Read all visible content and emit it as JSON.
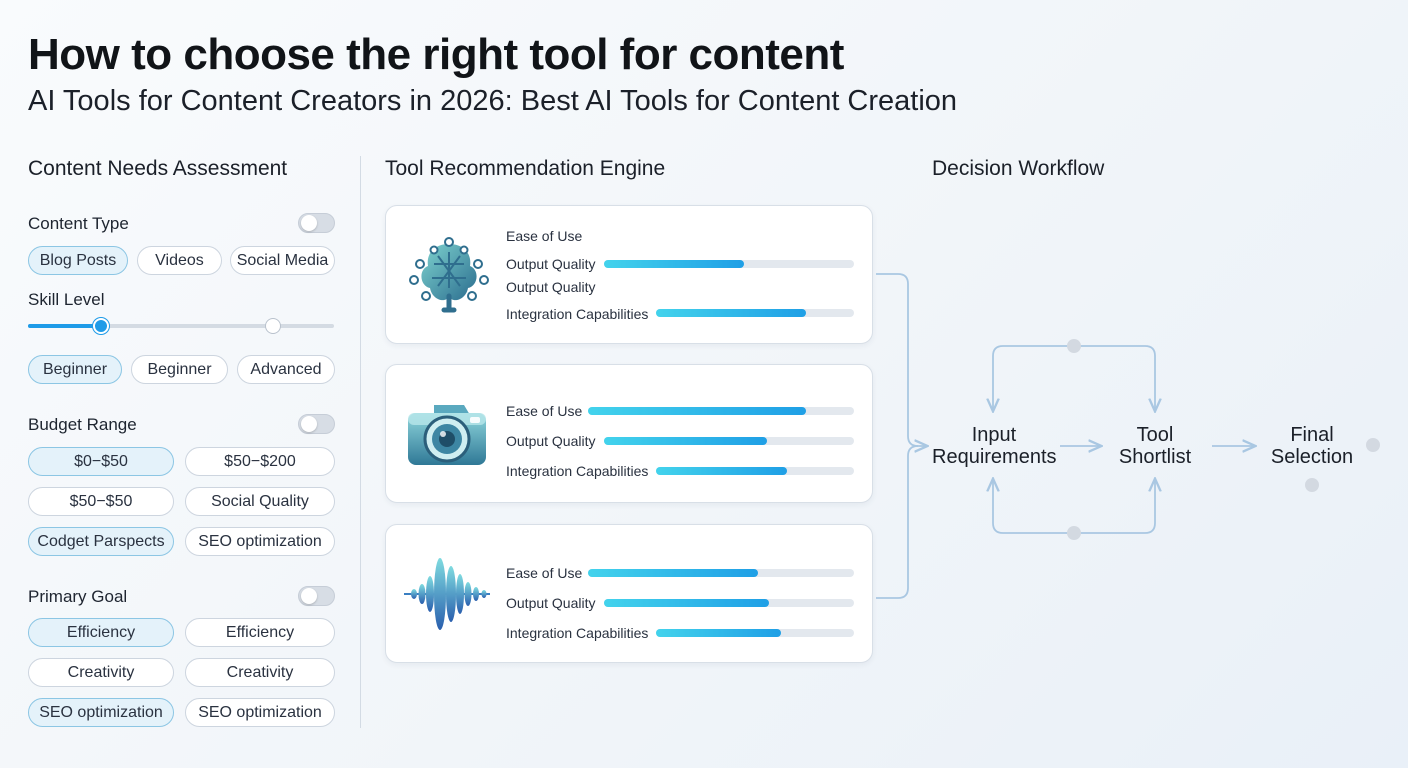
{
  "header": {
    "title": "How to choose the right tool for content",
    "subtitle": "AI Tools for Content Creators in 2026: Best AI Tools for Content Creation"
  },
  "sections": {
    "assessment": "Content Needs Assessment",
    "engine": "Tool Recommendation Engine",
    "workflow": "Decision Workflow"
  },
  "assessment": {
    "content_type": {
      "label": "Content Type",
      "toggle_on": false,
      "chips": [
        "Blog Posts",
        "Videos",
        "Social Media"
      ]
    },
    "skill_level": {
      "label": "Skill Level",
      "slider_value": 0.24,
      "slider_secondary": 0.8,
      "chips": [
        "Beginner",
        "Beginner",
        "Advanced"
      ]
    },
    "budget": {
      "label": "Budget Range",
      "toggle_on": false,
      "chips": [
        "$0−$50",
        "$50−$200",
        "$50−$50",
        "Social Quality",
        "Codget Parspects",
        "SEO optimization"
      ]
    },
    "goal": {
      "label": "Primary Goal",
      "toggle_on": false,
      "chips": [
        "Efficiency",
        "Efficiency",
        "Creativity",
        "Creativity",
        "SEO optimization",
        "SEO optimization"
      ]
    }
  },
  "cards": [
    {
      "icon": "brain-network-icon",
      "metrics": [
        {
          "label": "Ease of Use"
        },
        {
          "label": "Output Quality",
          "value": 0.56
        },
        {
          "label": "Output Quality"
        },
        {
          "label": "Integration Capabilities",
          "value": 0.76
        }
      ]
    },
    {
      "icon": "camera-icon",
      "metrics": [
        {
          "label": "Ease of Use",
          "value": 0.82
        },
        {
          "label": "Output Quality",
          "value": 0.65
        },
        {
          "label": "Integration Capabilities",
          "value": 0.66
        }
      ]
    },
    {
      "icon": "sound-wave-icon",
      "metrics": [
        {
          "label": "Ease of Use",
          "value": 0.64
        },
        {
          "label": "Output Quality",
          "value": 0.66
        },
        {
          "label": "Integration Capabilities",
          "value": 0.63
        }
      ]
    }
  ],
  "workflow": {
    "nodes": [
      {
        "line1": "Input",
        "line2": "Requirements"
      },
      {
        "line1": "Tool",
        "line2": "Shortlist"
      },
      {
        "line1": "Final",
        "line2": "Selection"
      }
    ],
    "colors": {
      "line": "#a9c7e2",
      "dot": "#d3d9e1"
    }
  }
}
